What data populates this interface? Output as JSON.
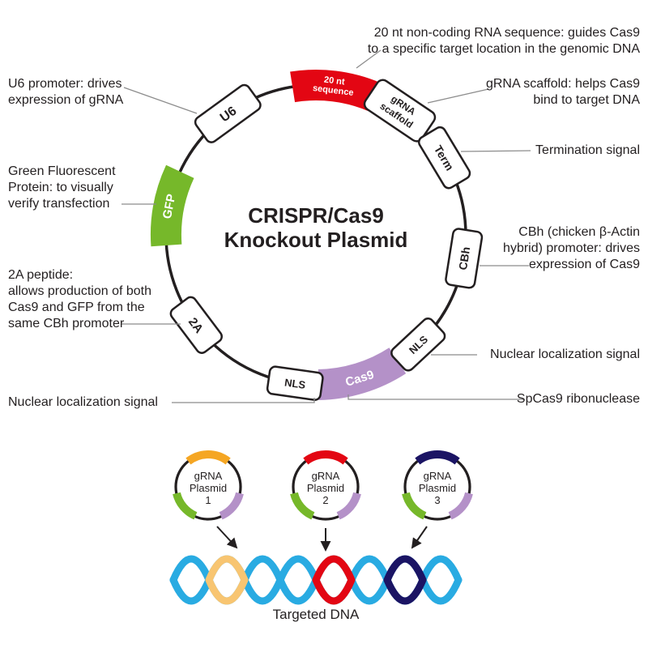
{
  "title": {
    "line1": "CRISPR/Cas9",
    "line2": "Knockout Plasmid"
  },
  "segments": {
    "seq20_line1": "20 nt",
    "seq20_line2": "sequence",
    "scaffold_line1": "gRNA",
    "scaffold_line2": "scaffold",
    "term": "Term",
    "cbh": "CBh",
    "nls_right": "NLS",
    "cas9": "Cas9",
    "nls_bottom": "NLS",
    "two_a": "2A",
    "gfp": "GFP",
    "u6": "U6"
  },
  "annotations": {
    "left": [
      {
        "id": "u6",
        "text": "U6 promoter: drives\nexpression of gRNA"
      },
      {
        "id": "gfp",
        "text": "Green Fluorescent\nProtein: to visually\nverify transfection"
      },
      {
        "id": "2a",
        "text": "2A peptide:\nallows production of both\nCas9 and GFP from the\nsame CBh promoter"
      },
      {
        "id": "nls",
        "text": "Nuclear localization signal"
      }
    ],
    "right": [
      {
        "id": "20nt",
        "text": "20 nt non-coding RNA sequence: guides Cas9\nto a specific target location in the genomic DNA"
      },
      {
        "id": "scaffold",
        "text": "gRNA scaffold: helps Cas9\nbind to target DNA"
      },
      {
        "id": "term",
        "text": "Termination signal"
      },
      {
        "id": "cbh",
        "text": "CBh (chicken β-Actin\nhybrid) promoter: drives\nexpression of Cas9"
      },
      {
        "id": "nls",
        "text": "Nuclear localization signal"
      },
      {
        "id": "spcas9",
        "text": "SpCas9 ribonuclease"
      }
    ]
  },
  "mini_plasmids": [
    {
      "line1": "gRNA",
      "line2": "Plasmid",
      "line3": "1",
      "arc_color": "#F5A623"
    },
    {
      "line1": "gRNA",
      "line2": "Plasmid",
      "line3": "2",
      "arc_color": "#E30613"
    },
    {
      "line1": "gRNA",
      "line2": "Plasmid",
      "line3": "3",
      "arc_color": "#1B1464"
    }
  ],
  "footer": {
    "label": "Targeted DNA"
  },
  "colors": {
    "red": "#E30613",
    "green": "#76B82A",
    "purple": "#B491C8",
    "orange": "#F5A623",
    "helix_yellow": "#F8C571",
    "navy": "#1B1464",
    "dna_blue": "#29ABE2",
    "outline": "#231F20"
  }
}
